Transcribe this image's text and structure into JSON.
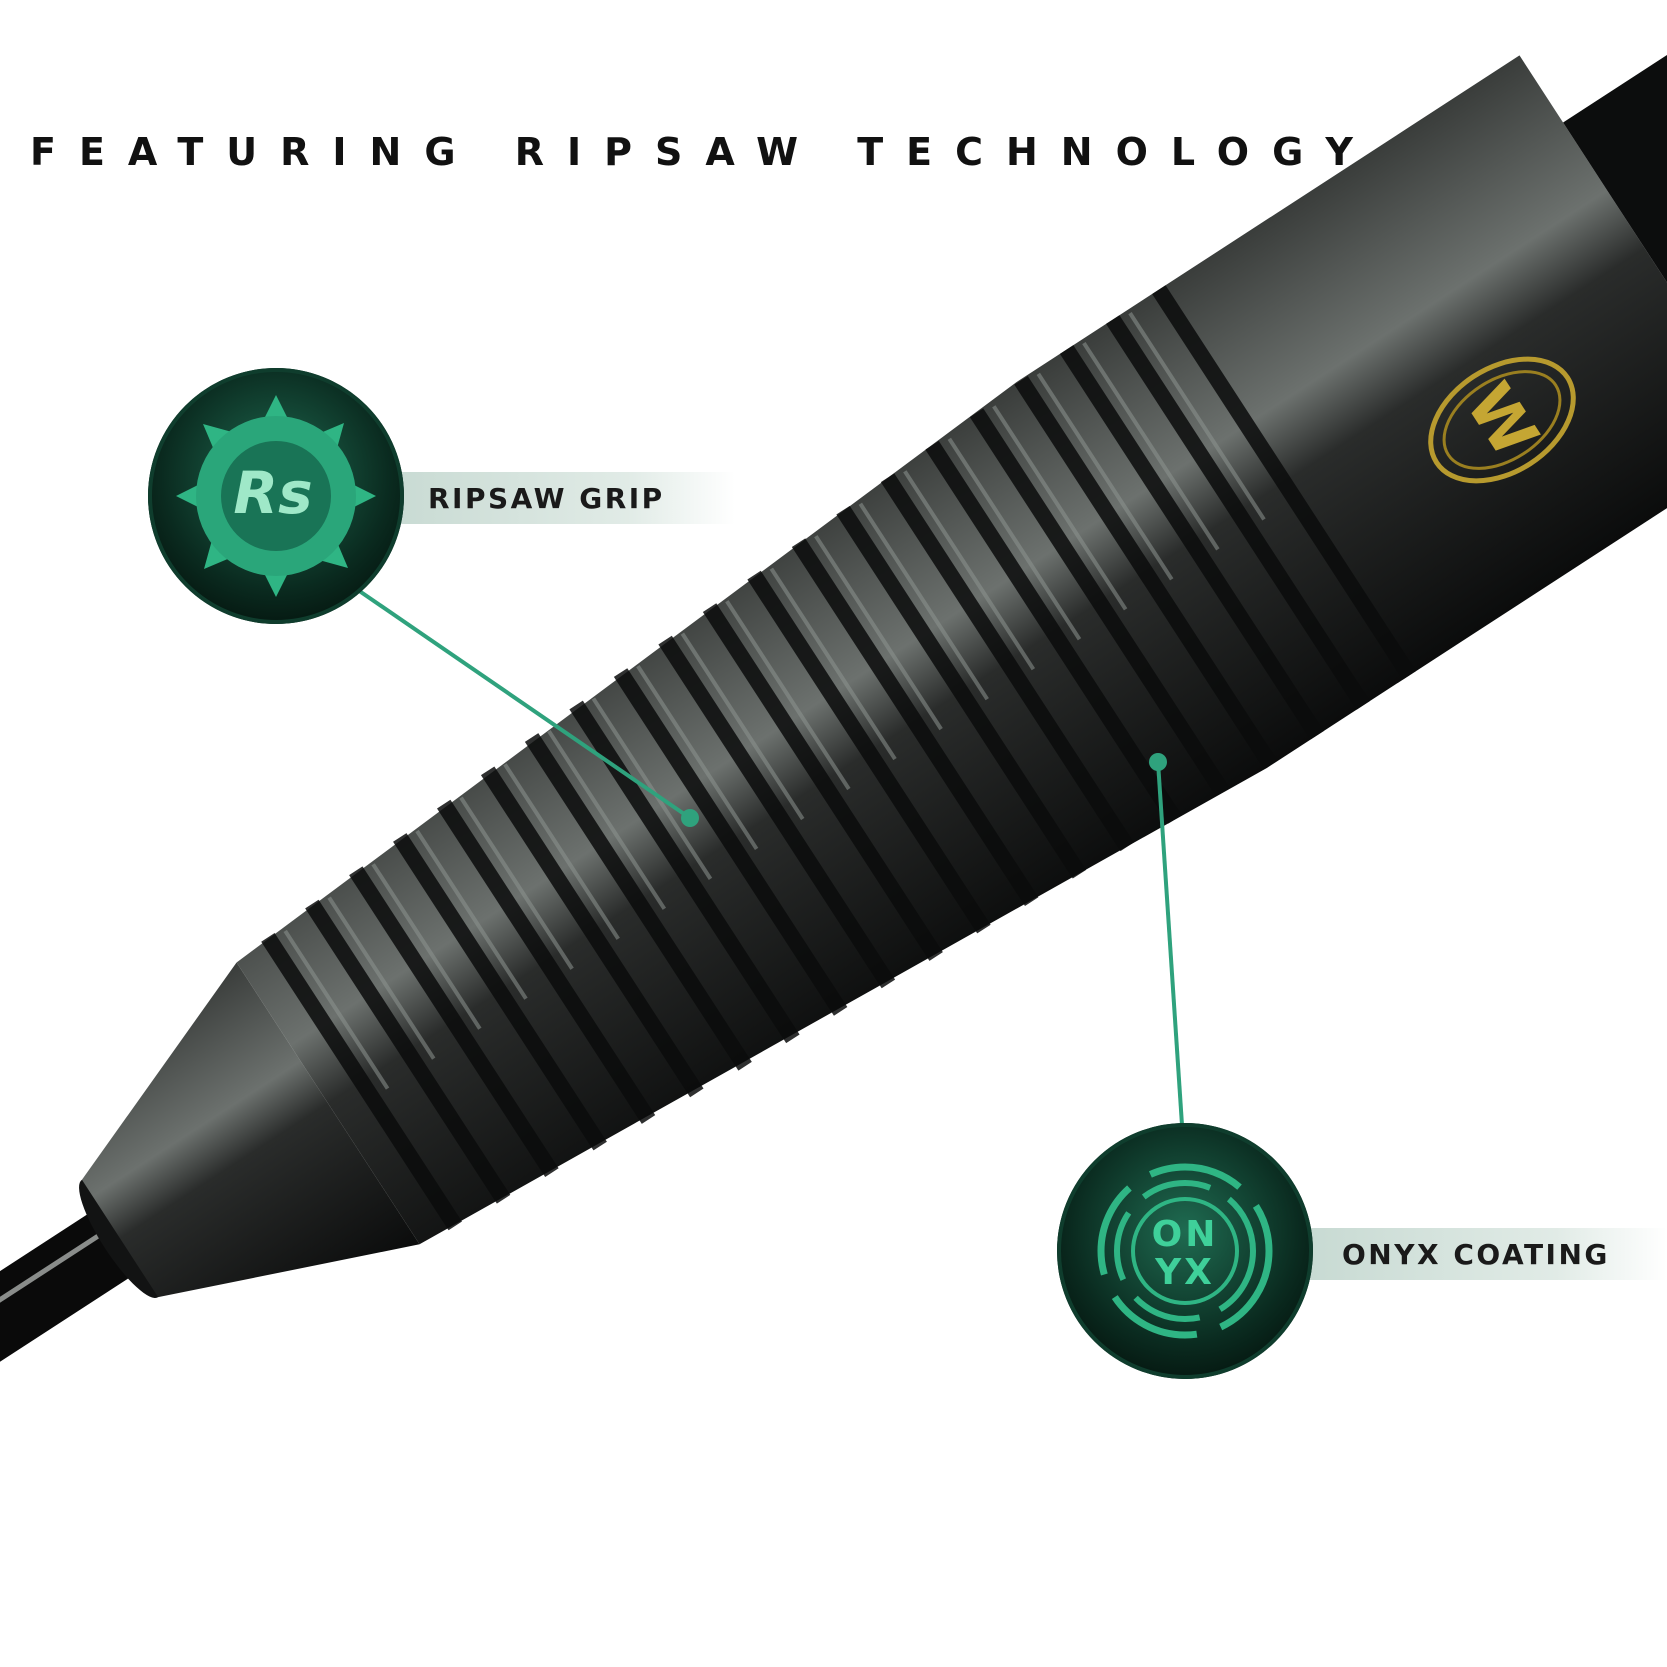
{
  "headline": "FEATURING RIPSAW TECHNOLOGY",
  "features": [
    {
      "label": "RIPSAW GRIP",
      "icon": "ripsaw-saw-blade-icon",
      "badge_text": "Rs"
    },
    {
      "label": "ONYX COATING",
      "icon": "onyx-rings-icon",
      "badge_text_top": "ON",
      "badge_text_bottom": "YX"
    }
  ],
  "brand_logo": {
    "icon": "winmau-w-logo",
    "letter": "W"
  },
  "colors": {
    "accent_green": "#2fa27d",
    "badge_dark": "#07231a",
    "badge_glow": "#22d3a0",
    "band": "#c9dcd3",
    "dart_body": "#1b1d1c",
    "logo_gold": "#b79a2e"
  }
}
